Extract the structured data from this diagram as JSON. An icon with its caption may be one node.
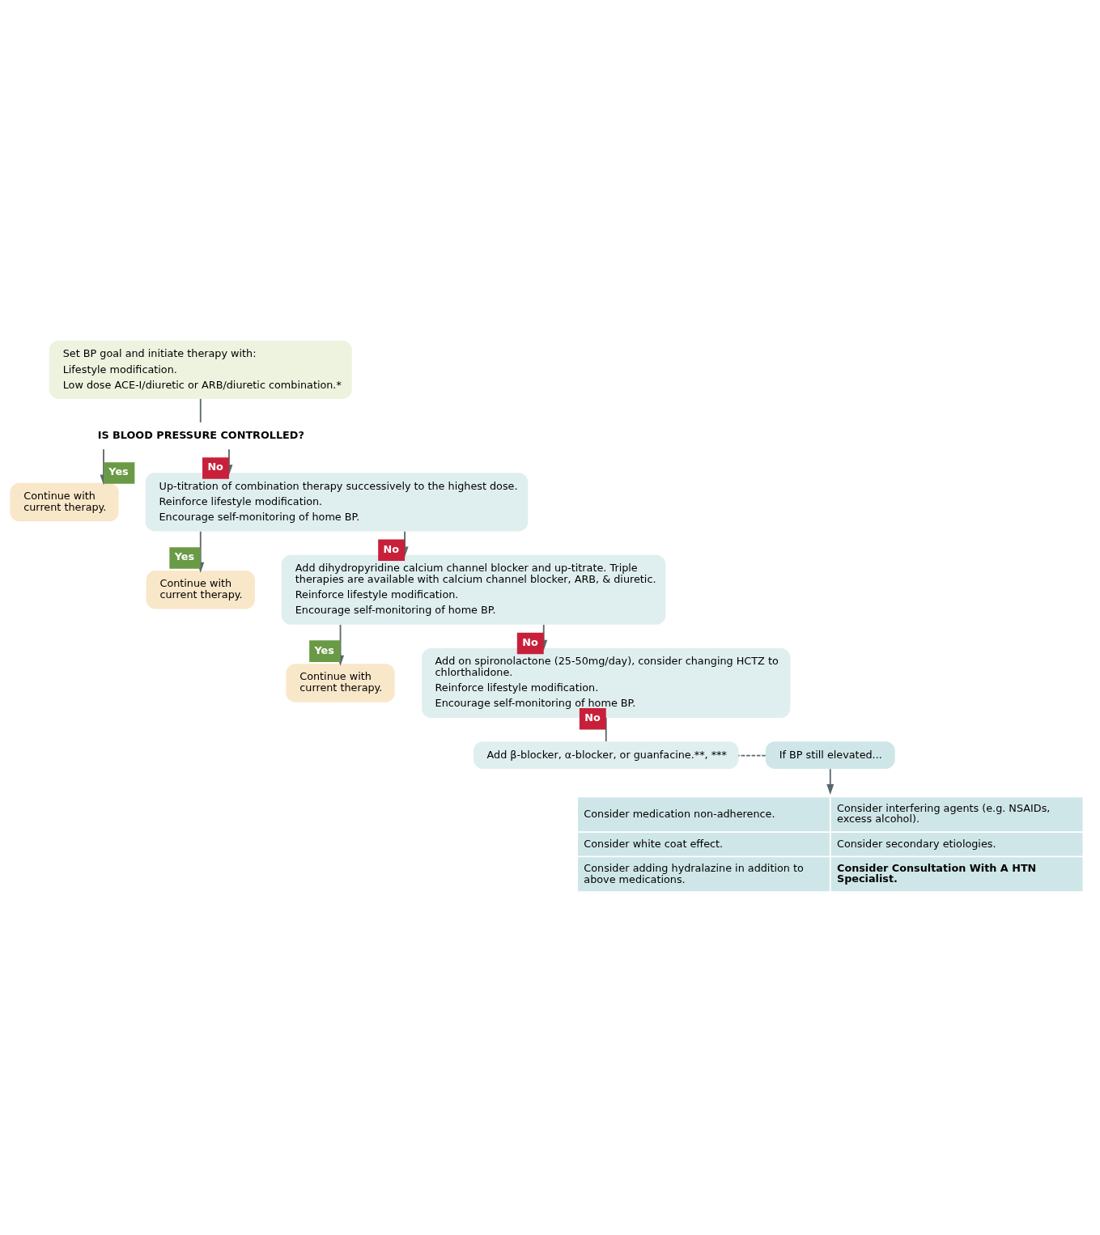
{
  "diagram": {
    "nodes": [
      {
        "text": [
          "Set BP goal and initiate therapy with:",
          "Lifestyle modification.",
          "Low dose ACE-I/diuretic or ARB/diuretic combination.*"
        ]
      },
      {
        "text": [
          "IS BLOOD PRESSURE CONTROLLED?"
        ]
      },
      {
        "text": [
          "Continue with current therapy."
        ]
      },
      {
        "text": [
          "Up-titration of combination therapy successively to the highest dose.",
          "Reinforce lifestyle modification.",
          "Encourage self-monitoring of home BP."
        ]
      },
      {
        "text": [
          "Continue with current therapy."
        ]
      },
      {
        "text": [
          "Add dihydropyridine calcium channel blocker and up-titrate. Triple therapies are available with calcium channel blocker, ARB, & diuretic.",
          "Reinforce lifestyle modification.",
          "Encourage self-monitoring of home BP."
        ]
      },
      {
        "text": [
          "Continue with current therapy."
        ]
      },
      {
        "text": [
          "Add on spironolactone (25-50mg/day), consider changing HCTZ to chlorthalidone.",
          "Reinforce lifestyle modification.",
          "Encourage self-monitoring of home BP."
        ]
      },
      {
        "text": [
          "If BP still elevated..."
        ]
      },
      {
        "text": [
          "Add β-blocker, α-blocker, or guanfacine.**, ***"
        ]
      },
      {
        "text": [
          "Consider medication non-adherence.",
          "Consider interfering agents (e.g. NSAIDs, excess alcohol).",
          "Consider white coat effect.",
          "Consider secondary etiologies.",
          "Consider adding hydralazine in addition to above medications.",
          "Consider Consultation With A HTN Specialist."
        ]
      }
    ],
    "edges": [
      {
        "from": 0,
        "to": 1,
        "arrow": "none"
      },
      {
        "from": 1,
        "to": 2,
        "arrow": "to",
        "label": "Yes"
      },
      {
        "from": 1,
        "to": 3,
        "arrow": "to",
        "label": "No"
      },
      {
        "from": 3,
        "to": 4,
        "arrow": "to",
        "label": "Yes"
      },
      {
        "from": 3,
        "to": 5,
        "arrow": "to",
        "label": "No"
      },
      {
        "from": 5,
        "to": 6,
        "arrow": "to",
        "label": "Yes"
      },
      {
        "from": 5,
        "to": 7,
        "arrow": "to",
        "label": "No"
      },
      {
        "from": 7,
        "to": 9,
        "arrow": "none",
        "label": "No"
      },
      {
        "from": 8,
        "to": 9,
        "arrow": "none",
        "style": "dashed"
      },
      {
        "from": 8,
        "to": 10,
        "arrow": "to"
      }
    ]
  }
}
